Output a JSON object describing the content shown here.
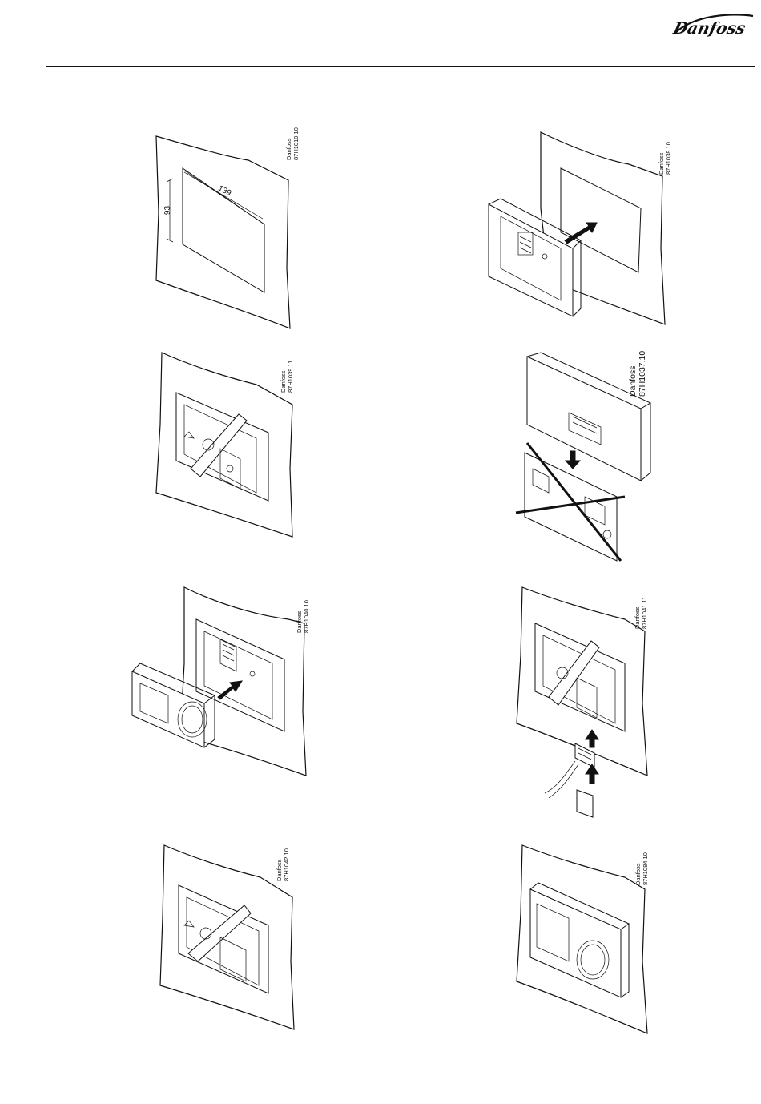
{
  "header": {
    "logo_text": "Danfoss",
    "brand_color": "#111111"
  },
  "figures": [
    {
      "code_brand": "Danfoss",
      "code_number": "87H1010.10",
      "dim_width": "139",
      "dim_height": "93"
    },
    {
      "code_brand": "Danfoss",
      "code_number": "87H1038.10"
    },
    {
      "code_brand": "Danfoss",
      "code_number": "87H1039.11"
    },
    {
      "code_brand": "Danfoss",
      "code_number": "87H1037.10"
    },
    {
      "code_brand": "Danfoss",
      "code_number": "87H1040.10"
    },
    {
      "code_brand": "Danfoss",
      "code_number": "87H1041.11"
    },
    {
      "code_brand": "Danfoss",
      "code_number": "87H1042.10"
    },
    {
      "code_brand": "Danfoss",
      "code_number": "87H1084.10"
    }
  ]
}
